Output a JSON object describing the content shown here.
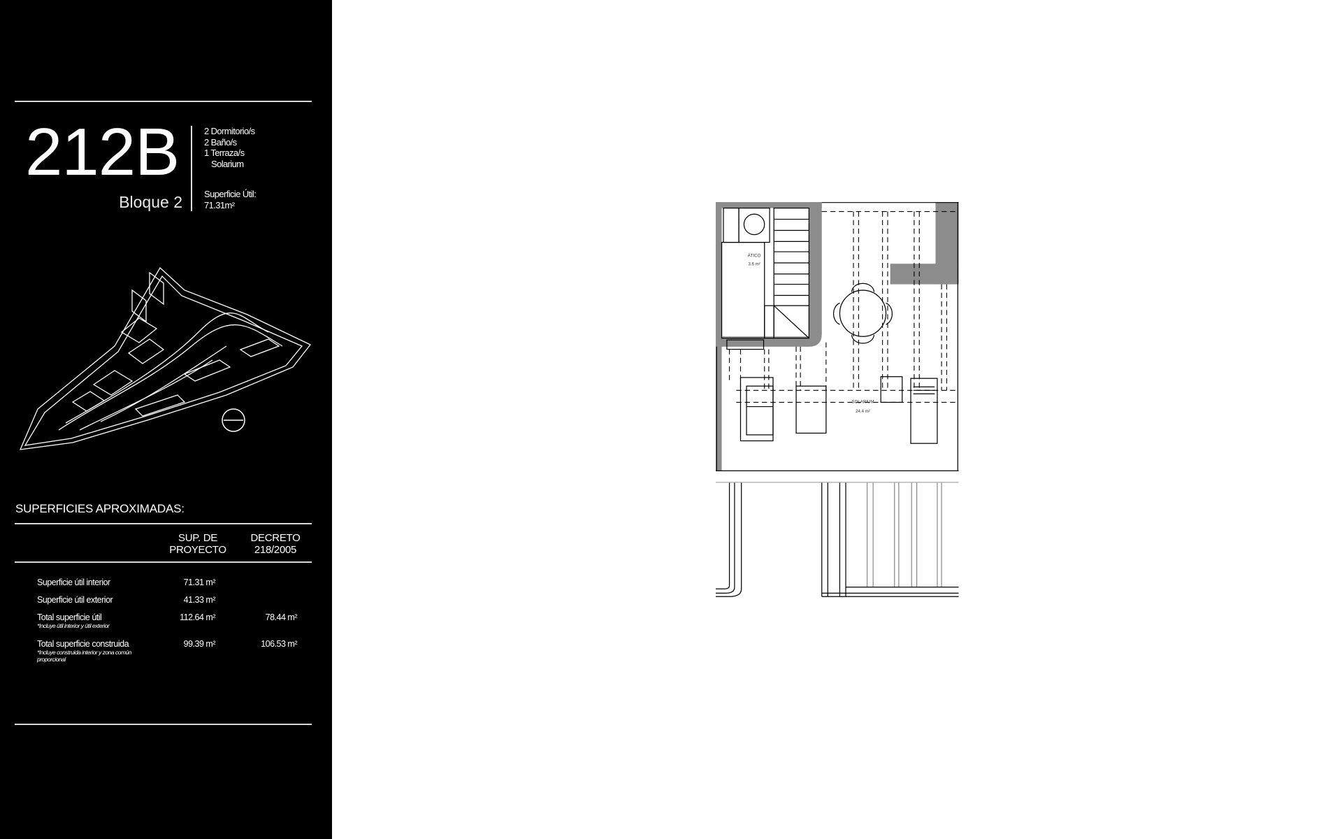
{
  "unit": {
    "code": "212B",
    "block": "Bloque 2",
    "features": [
      "2 Dormitorio/s",
      "2 Baño/s",
      "1 Terraza/s",
      "Solarium"
    ],
    "surface_label": "Superficie Útil:",
    "surface_value": "71.31m²"
  },
  "surfaces": {
    "title": "SUPERFICIES APROXIMADAS:",
    "col1": [
      "SUP. DE",
      "PROYECTO"
    ],
    "col2": [
      "DECRETO",
      "218/2005"
    ],
    "rows": [
      {
        "label": "Superficie útil interior",
        "note": "",
        "project": "71.31 m²",
        "decree": ""
      },
      {
        "label": "Superficie útil exterior",
        "note": "",
        "project": "41.33 m²",
        "decree": ""
      },
      {
        "label": "Total superficie útil",
        "note": "*Incluye útil interior y útil exterior",
        "project": "112.64 m²",
        "decree": "78.44 m²"
      },
      {
        "label": "Total superficie construida",
        "note": "*Incluye construida interior y zona común proporcional",
        "project": "99.39 m²",
        "decree": "106.53 m²"
      }
    ]
  },
  "plan": {
    "attic_label": "ÁTICO",
    "attic_area": "3.6 m²",
    "solarium_label": "SOLARIUM",
    "solarium_area": "24.4 m²",
    "wall_color": "#8c8c8c"
  }
}
